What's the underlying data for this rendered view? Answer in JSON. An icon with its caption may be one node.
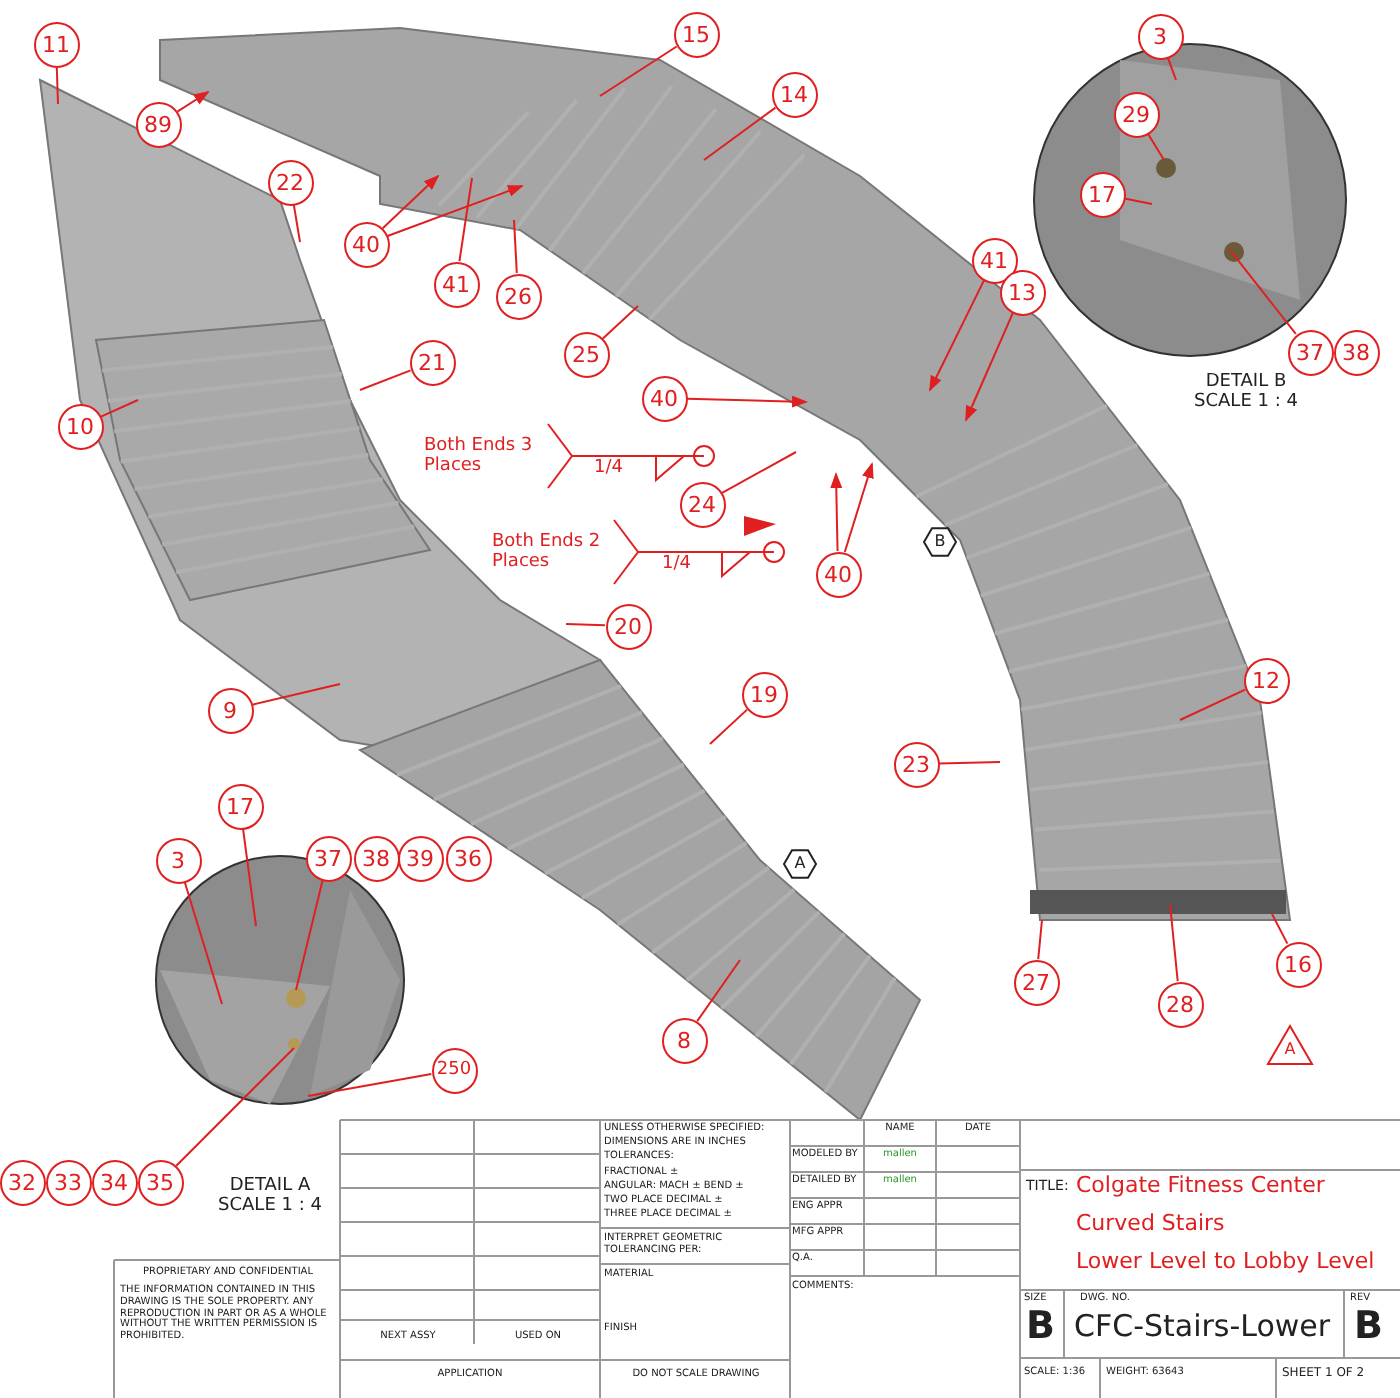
{
  "diagram": {
    "nodes": [
      {
        "text": [
          "11"
        ]
      },
      {
        "text": [
          "3"
        ]
      },
      {
        "text": [
          "15"
        ]
      },
      {
        "text": [
          "14"
        ]
      },
      {
        "text": [
          "29"
        ]
      },
      {
        "text": [
          "89"
        ]
      },
      {
        "text": [
          "22"
        ]
      },
      {
        "text": [
          "17"
        ]
      },
      {
        "text": [
          "40"
        ]
      },
      {
        "text": [
          "41"
        ]
      },
      {
        "text": [
          "26"
        ]
      },
      {
        "text": [
          "41"
        ]
      },
      {
        "text": [
          "13"
        ]
      },
      {
        "text": [
          "37"
        ]
      },
      {
        "text": [
          "38"
        ]
      },
      {
        "text": [
          "25"
        ]
      },
      {
        "text": [
          "21"
        ]
      },
      {
        "text": [
          "40"
        ]
      },
      {
        "text": [
          "10"
        ]
      },
      {
        "text": [
          "24"
        ]
      },
      {
        "text": [
          "40"
        ]
      },
      {
        "text": [
          "20"
        ]
      },
      {
        "text": [
          "12"
        ]
      },
      {
        "text": [
          "19"
        ]
      },
      {
        "text": [
          "9"
        ]
      },
      {
        "text": [
          "23"
        ]
      },
      {
        "text": [
          "17"
        ]
      },
      {
        "text": [
          "3"
        ]
      },
      {
        "text": [
          "37"
        ]
      },
      {
        "text": [
          "38"
        ]
      },
      {
        "text": [
          "39"
        ]
      },
      {
        "text": [
          "36"
        ]
      },
      {
        "text": [
          "27"
        ]
      },
      {
        "text": [
          "28"
        ]
      },
      {
        "text": [
          "16"
        ]
      },
      {
        "text": [
          "8"
        ]
      },
      {
        "text": [
          "250"
        ]
      },
      {
        "text": [
          "32"
        ]
      },
      {
        "text": [
          "33"
        ]
      },
      {
        "text": [
          "34"
        ]
      },
      {
        "text": [
          "35"
        ]
      }
    ],
    "edges": [
      {
        "from": 0,
        "to": null,
        "arrow": "none"
      },
      {
        "from": 5,
        "to": null,
        "arrow": "to"
      },
      {
        "from": 2,
        "to": null,
        "arrow": "none"
      },
      {
        "from": 3,
        "to": null,
        "arrow": "none"
      },
      {
        "from": 1,
        "to": null,
        "arrow": "none"
      },
      {
        "from": 4,
        "to": null,
        "arrow": "none"
      },
      {
        "from": 6,
        "to": null,
        "arrow": "none"
      },
      {
        "from": 7,
        "to": null,
        "arrow": "none"
      },
      {
        "from": 8,
        "to": null,
        "arrow": "to"
      },
      {
        "from": 8,
        "to": null,
        "arrow": "to"
      },
      {
        "from": 9,
        "to": null,
        "arrow": "none"
      },
      {
        "from": 10,
        "to": null,
        "arrow": "none"
      },
      {
        "from": 11,
        "to": null,
        "arrow": "to"
      },
      {
        "from": 12,
        "to": null,
        "arrow": "to"
      },
      {
        "from": 13,
        "to": null,
        "arrow": "none"
      },
      {
        "from": 15,
        "to": null,
        "arrow": "none"
      },
      {
        "from": 16,
        "to": null,
        "arrow": "none"
      },
      {
        "from": 17,
        "to": null,
        "arrow": "to"
      },
      {
        "from": 18,
        "to": null,
        "arrow": "none"
      },
      {
        "from": 19,
        "to": null,
        "arrow": "none"
      },
      {
        "from": 20,
        "to": null,
        "arrow": "to"
      },
      {
        "from": 20,
        "to": null,
        "arrow": "to"
      },
      {
        "from": 21,
        "to": null,
        "arrow": "none"
      },
      {
        "from": 22,
        "to": null,
        "arrow": "none"
      },
      {
        "from": 23,
        "to": null,
        "arrow": "none"
      },
      {
        "from": 24,
        "to": null,
        "arrow": "none"
      },
      {
        "from": 25,
        "to": null,
        "arrow": "none"
      },
      {
        "from": 26,
        "to": null,
        "arrow": "none"
      },
      {
        "from": 27,
        "to": null,
        "arrow": "none"
      },
      {
        "from": 28,
        "to": null,
        "arrow": "none"
      },
      {
        "from": 32,
        "to": null,
        "arrow": "none"
      },
      {
        "from": 33,
        "to": null,
        "arrow": "none"
      },
      {
        "from": 34,
        "to": null,
        "arrow": "none"
      },
      {
        "from": 35,
        "to": null,
        "arrow": "none"
      },
      {
        "from": 36,
        "to": null,
        "arrow": "none"
      },
      {
        "from": 40,
        "to": null,
        "arrow": "none"
      }
    ],
    "labels": [
      "DETAIL B SCALE 1 : 4",
      "Both Ends 3 Places",
      "1/4",
      "Both Ends 2 Places",
      "1/4",
      "B",
      "A",
      "A",
      "DETAIL A SCALE 1 : 4",
      "UNLESS OTHERWISE SPECIFIED:",
      "NAME",
      "DATE",
      "DIMENSIONS ARE IN INCHES",
      "TOLERANCES:",
      "MODELED BY",
      "mallen",
      "DETAILED BY",
      "mallen",
      "FRACTIONAL ±",
      "ANGULAR: MACH ± BEND ±",
      "TWO PLACE DECIMAL ±",
      "THREE PLACE DECIMAL ±",
      "ENG APPR",
      "MFG APPR",
      "Q.A.",
      "INTERPRET GEOMETRIC TOLERANCING PER:",
      "MATERIAL",
      "COMMENTS:",
      "TITLE:",
      "Colgate Fitness Center",
      "Curved Stairs",
      "Lower Level to Lobby Level",
      "PROPRIETARY AND CONFIDENTIAL",
      "THE INFORMATION CONTAINED IN THIS DRAWING IS THE SOLE PROPERTY. ANY REPRODUCTION IN PART OR AS A WHOLE WITHOUT THE WRITTEN PERMISSION IS PROHIBITED.",
      "FINISH",
      "NEXT ASSY",
      "USED ON",
      "SIZE",
      "DWG. NO.",
      "REV",
      "B",
      "CFC-Stairs-Lower",
      "B",
      "APPLICATION",
      "DO NOT SCALE DRAWING",
      "SCALE: 1:36",
      "WEIGHT: 63643",
      "SHEET 1 OF 2"
    ]
  }
}
